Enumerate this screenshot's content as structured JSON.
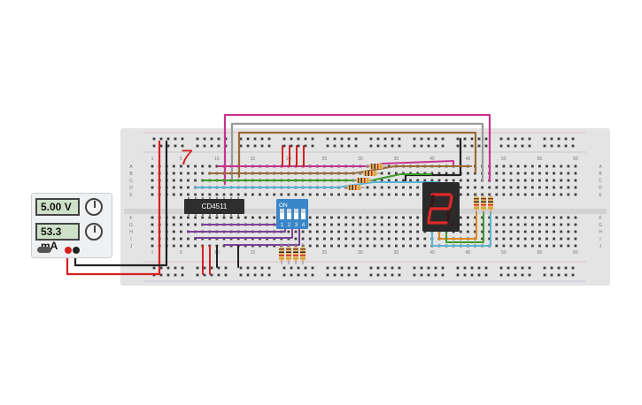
{
  "power_supply": {
    "voltage": "5.00 V",
    "current": "53.3 mA"
  },
  "ic": {
    "label": "CD4511"
  },
  "dip_switch": {
    "on_label": "ON",
    "numbers": [
      "1",
      "2",
      "3",
      "4"
    ]
  },
  "display": {
    "digit": "2"
  },
  "annotation": {
    "digit": "7"
  },
  "breadboard": {
    "column_labels": [
      "1",
      "5",
      "10",
      "15",
      "20",
      "25",
      "30",
      "35",
      "40",
      "45",
      "50",
      "55",
      "60"
    ],
    "row_labels_top": [
      "A",
      "B",
      "C",
      "D",
      "E"
    ],
    "row_labels_bottom": [
      "F",
      "G",
      "H",
      "I",
      "J"
    ]
  },
  "colors": {
    "board": "#e4e4e4",
    "wire_red": "#d6201f",
    "wire_black": "#222222",
    "wire_magenta": "#c8338e",
    "wire_gray": "#9a9a9a",
    "wire_brown": "#9b6a35",
    "wire_green": "#3f9a2c",
    "wire_cyan": "#58b5d6",
    "wire_purple": "#7b3f9a",
    "wire_orange": "#e0891d",
    "dip_blue": "#3a86c8",
    "segment_on": "#e02828",
    "segment_off": "#3a1616"
  }
}
